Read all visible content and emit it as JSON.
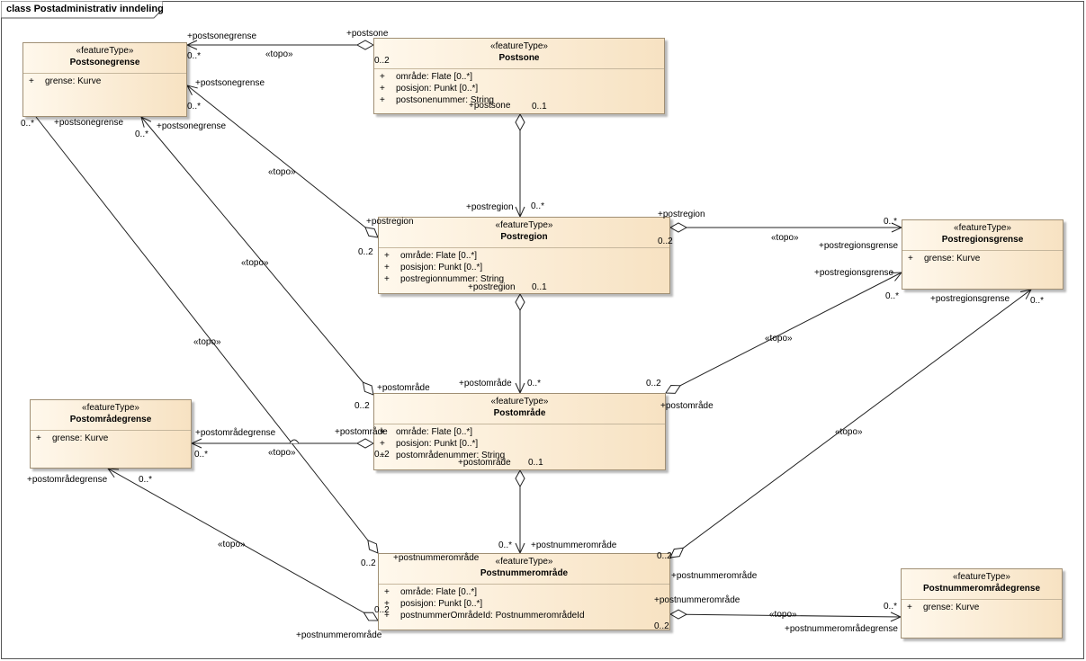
{
  "diagram_title": "class Postadministrativ inndeling",
  "stereotype": "«featureType»",
  "classes": {
    "postsonegrense": {
      "name": "Postsonegrense",
      "attributes": [
        {
          "vis": "+",
          "text": "grense: Kurve"
        }
      ]
    },
    "postsone": {
      "name": "Postsone",
      "attributes": [
        {
          "vis": "+",
          "text": "område: Flate [0..*]"
        },
        {
          "vis": "+",
          "text": "posisjon: Punkt [0..*]"
        },
        {
          "vis": "+",
          "text": "postsonenummer: String"
        }
      ]
    },
    "postregion": {
      "name": "Postregion",
      "attributes": [
        {
          "vis": "+",
          "text": "område: Flate [0..*]"
        },
        {
          "vis": "+",
          "text": "posisjon: Punkt [0..*]"
        },
        {
          "vis": "+",
          "text": "postregionnummer: String"
        }
      ]
    },
    "postregionsgrense": {
      "name": "Postregionsgrense",
      "attributes": [
        {
          "vis": "+",
          "text": "grense: Kurve"
        }
      ]
    },
    "postomradegrense": {
      "name": "Postområdegrense",
      "attributes": [
        {
          "vis": "+",
          "text": "grense: Kurve"
        }
      ]
    },
    "postomrade": {
      "name": "Postområde",
      "attributes": [
        {
          "vis": "+",
          "text": "område: Flate [0..*]"
        },
        {
          "vis": "+",
          "text": "posisjon: Punkt [0..*]"
        },
        {
          "vis": "+",
          "text": "postområdenummer: String"
        }
      ]
    },
    "postnummeromrade": {
      "name": "Postnummerområde",
      "attributes": [
        {
          "vis": "+",
          "text": "område: Flate [0..*]"
        },
        {
          "vis": "+",
          "text": "posisjon: Punkt [0..*]"
        },
        {
          "vis": "+",
          "text": "postnummerOmrådeId: PostnummerområdeId"
        }
      ]
    },
    "postnummeromradegrense": {
      "name": "Postnummerområdegrense",
      "attributes": [
        {
          "vis": "+",
          "text": "grense: Kurve"
        }
      ]
    }
  },
  "labels": {
    "stereo_topo": "«topo»",
    "m_0_star": "0..*",
    "m_0_2": "0..2",
    "m_0_1": "0..1",
    "m_0_13": "0..1",
    "role_postsonegrense": "+postsonegrense",
    "role_postsone": "+postsone",
    "role_postregion": "+postregion",
    "role_postregionsgrense": "+postregionsgrense",
    "role_postomrade": "+postområde",
    "role_postomradegrense": "+postområdegrense",
    "role_postnummeromrade": "+postnummerområde",
    "role_postnummeromradegrense": "+postnummerområdegrense"
  }
}
